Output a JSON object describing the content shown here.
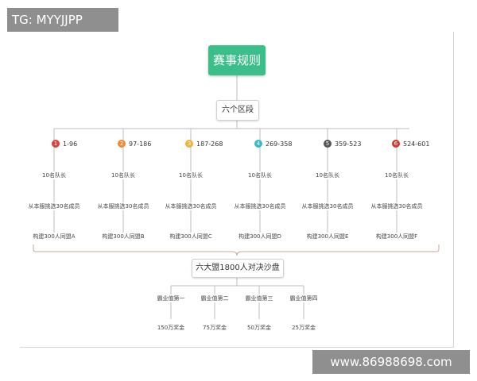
{
  "tag": "TG: MYYJJPP",
  "watermark": "www.86988698.com",
  "title": "赛事规则",
  "stage_label": "六个区段",
  "ranges": [
    {
      "num": "1",
      "label": "1-96",
      "color": "#e0403a"
    },
    {
      "num": "2",
      "label": "97-186",
      "color": "#f08a30"
    },
    {
      "num": "3",
      "label": "187-268",
      "color": "#f2b23a"
    },
    {
      "num": "4",
      "label": "269-358",
      "color": "#3bb8c8"
    },
    {
      "num": "5",
      "label": "359-523",
      "color": "#555555"
    },
    {
      "num": "6",
      "label": "524-601",
      "color": "#d23a2e"
    }
  ],
  "leaders": [
    "10名队长",
    "10名队长",
    "10名队长",
    "10名队长",
    "10名队长",
    "10名队长"
  ],
  "select": [
    "从本服挑选30名成员",
    "从本服挑选30名成员",
    "从本服挑选30名成员",
    "从本服挑选30名成员",
    "从本服挑选30名成员",
    "从本服挑选30名成员"
  ],
  "alliances": [
    "构建300人同盟A",
    "构建300人同盟B",
    "构建300人同盟C",
    "构建300人同盟D",
    "构建300人同盟E",
    "构建300人同盟F"
  ],
  "final_label": "六大盟1800人对决沙盘",
  "ranks": [
    "霸业值第一",
    "霸业值第二",
    "霸业值第三",
    "霸业值第四"
  ],
  "prizes": [
    "150万奖金",
    "75万奖金",
    "50万奖金",
    "25万奖金"
  ]
}
